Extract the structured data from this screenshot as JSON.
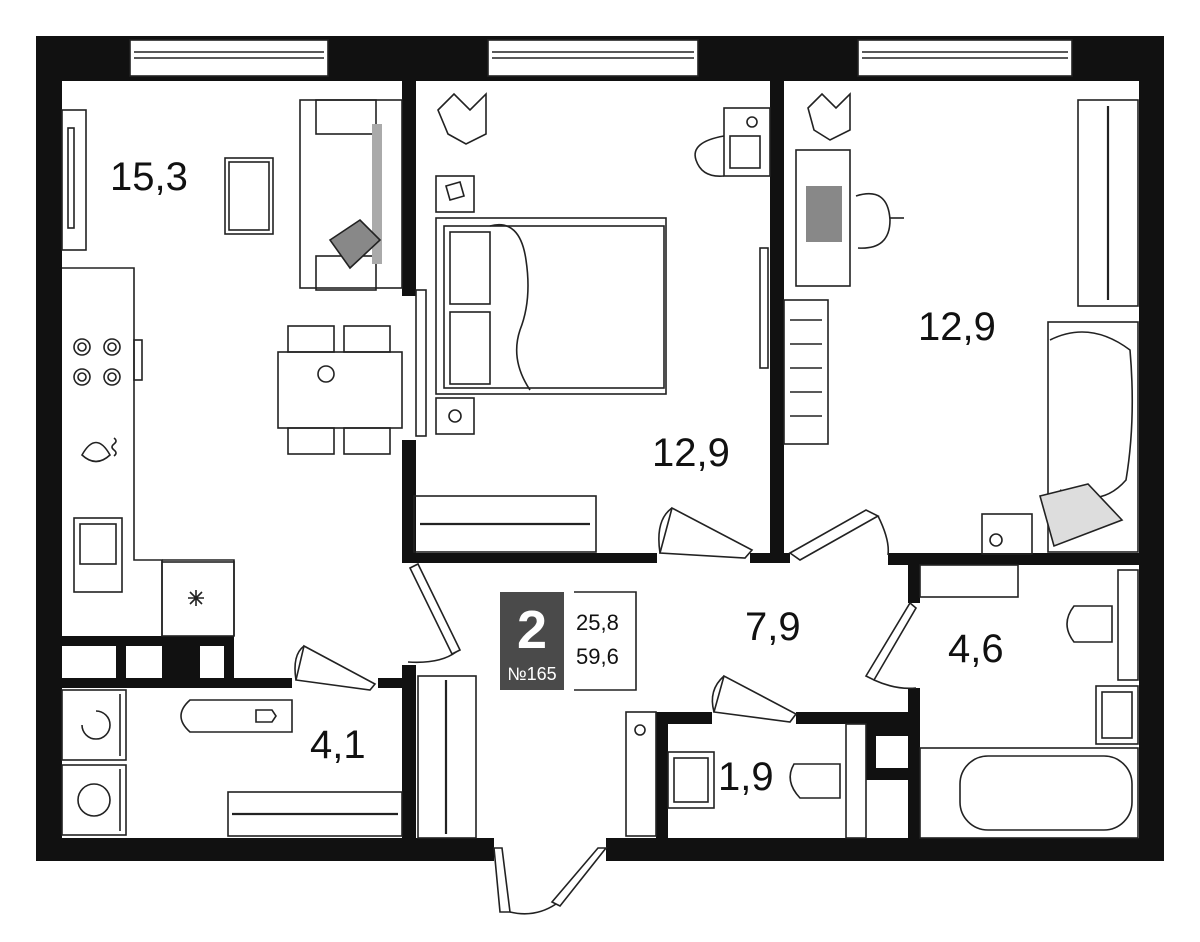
{
  "rooms": {
    "living_kitchen": "15,3",
    "bedroom_center": "12,9",
    "bedroom_right": "12,9",
    "hallway": "7,9",
    "bathroom": "4,6",
    "laundry": "4,1",
    "wc": "1,9"
  },
  "badge": {
    "rooms_count": "2",
    "apartment_number": "№165",
    "living_area": "25,8",
    "total_area": "59,6"
  },
  "colors": {
    "wall": "#111111",
    "badge_background": "#4a4a4a",
    "line": "#222222",
    "accent_gray": "#aaaaaa"
  }
}
